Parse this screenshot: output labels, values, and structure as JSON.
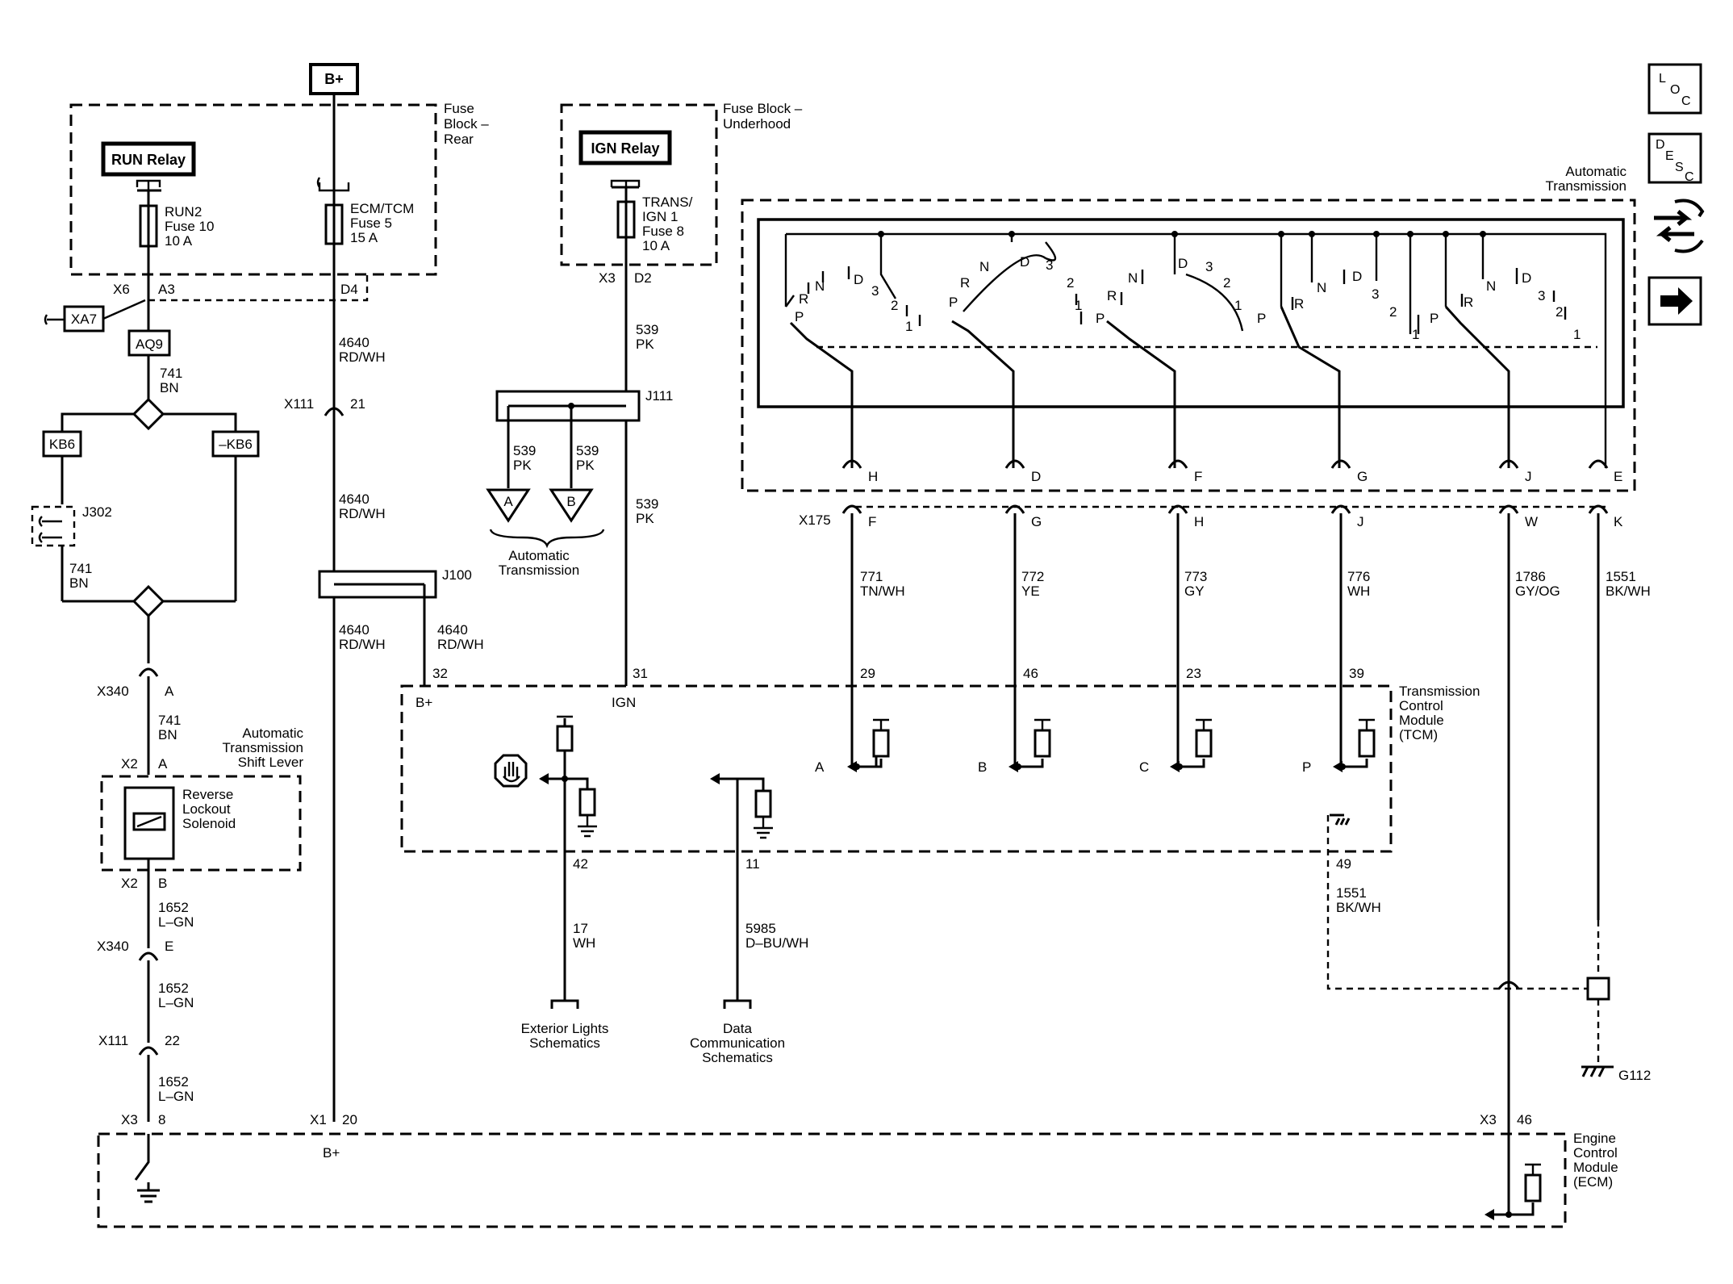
{
  "power": {
    "bplus_top": "B+",
    "fuse_block_rear": [
      "Fuse",
      "Block –",
      "Rear"
    ],
    "fuse_block_underhood": [
      "Fuse Block –",
      "Underhood"
    ],
    "run_relay": "RUN Relay",
    "ign_relay": "IGN Relay",
    "run2_fuse": [
      "RUN2",
      "Fuse 10",
      "10 A"
    ],
    "ecm_tcm_fuse": [
      "ECM/TCM",
      "Fuse 5",
      "15 A"
    ],
    "trans_ign_fuse": [
      "TRANS/",
      "IGN 1",
      "Fuse 8",
      "10 A"
    ]
  },
  "connectors": {
    "x6": "X6",
    "a3": "A3",
    "d4": "D4",
    "x3_top": "X3",
    "d2": "D2",
    "xa7": "XA7",
    "aq9": "AQ9",
    "kb6": "KB6",
    "kb6_neg": "–KB6",
    "j302": "J302",
    "j111": "J111",
    "j100": "J100",
    "x111_upper": "X111",
    "pin21": "21",
    "x340_a": "X340",
    "pin_a": "A",
    "x2_a": "X2",
    "pin_a2": "A",
    "x2_b": "X2",
    "pin_b": "B",
    "x340_e": "X340",
    "pin_e": "E",
    "x111_lower": "X111",
    "pin22": "22",
    "x3_8": "X3",
    "pin8": "8",
    "x1": "X1",
    "pin20": "20",
    "bplus_ecm": "B+",
    "x175": "X175",
    "x3_46": "X3",
    "pin46": "46",
    "g112": "G112"
  },
  "wires": {
    "w741_a": [
      "741",
      "BN"
    ],
    "w741_b": [
      "741",
      "BN"
    ],
    "w741_c": [
      "741",
      "BN"
    ],
    "w1652_a": [
      "1652",
      "L–GN"
    ],
    "w1652_b": [
      "1652",
      "L–GN"
    ],
    "w1652_c": [
      "1652",
      "L–GN"
    ],
    "w4640_a": [
      "4640",
      "RD/WH"
    ],
    "w4640_b": [
      "4640",
      "RD/WH"
    ],
    "w4640_c": [
      "4640",
      "RD/WH"
    ],
    "w4640_d": [
      "4640",
      "RD/WH"
    ],
    "w539_main": [
      "539",
      "PK"
    ],
    "w539_a": [
      "539",
      "PK"
    ],
    "w539_b": [
      "539",
      "PK"
    ],
    "w539_low": [
      "539",
      "PK"
    ],
    "w771": [
      "771",
      "TN/WH"
    ],
    "w772": [
      "772",
      "YE"
    ],
    "w773": [
      "773",
      "GY"
    ],
    "w776": [
      "776",
      "WH"
    ],
    "w1786": [
      "1786",
      "GY/OG"
    ],
    "w1551_top": [
      "1551",
      "BK/WH"
    ],
    "w1551_mid": [
      "1551",
      "BK/WH"
    ],
    "w17": [
      "17",
      "WH"
    ],
    "w5985": [
      "5985",
      "D–BU/WH"
    ]
  },
  "components": {
    "auto_trans_main": [
      "Automatic",
      "Transmission"
    ],
    "auto_trans_ref": [
      "Automatic",
      "Transmission"
    ],
    "shift_lever": [
      "Automatic",
      "Transmission",
      "Shift Lever"
    ],
    "solenoid": [
      "Reverse",
      "Lockout",
      "Solenoid"
    ],
    "tcm": [
      "Transmission",
      "Control",
      "Module",
      "(TCM)"
    ],
    "ecm": [
      "Engine",
      "Control",
      "Module",
      "(ECM)"
    ],
    "exterior_lights": [
      "Exterior Lights",
      "Schematics"
    ],
    "data_comm": [
      "Data",
      "Communication",
      "Schematics"
    ],
    "ref_a": "A",
    "ref_b": "B"
  },
  "tcm_pins": {
    "p32": "32",
    "bplus": "B+",
    "p31": "31",
    "ign": "IGN",
    "p29": "29",
    "p46": "46",
    "p23": "23",
    "p39": "39",
    "p42": "42",
    "p11": "11",
    "p49": "49",
    "in_a": "A",
    "in_b": "B",
    "in_c": "C",
    "in_p": "P"
  },
  "trans_pins": {
    "top": [
      "H",
      "D",
      "F",
      "G",
      "J",
      "E"
    ],
    "bottom": [
      "F",
      "G",
      "H",
      "J",
      "W",
      "K"
    ]
  },
  "switch_positions": {
    "s1": [
      "P",
      "R",
      "N",
      "D",
      "3",
      "2",
      "1"
    ],
    "s2": [
      "P",
      "R",
      "N",
      "D",
      "3",
      "2",
      "1"
    ],
    "s3": [
      "P",
      "R",
      "N",
      "D",
      "3",
      "2",
      "1"
    ],
    "s4": [
      "P",
      "R",
      "N",
      "D",
      "3",
      "2",
      "1"
    ],
    "s5": [
      "P",
      "R",
      "N",
      "D",
      "3",
      "2",
      "1"
    ]
  },
  "nav": {
    "loc": [
      "L",
      "O",
      "C"
    ],
    "desc": [
      "D",
      "E",
      "S",
      "C"
    ],
    "next_icon": "right-arrow-icon",
    "swap_icon": "swap-connectors-icon"
  }
}
